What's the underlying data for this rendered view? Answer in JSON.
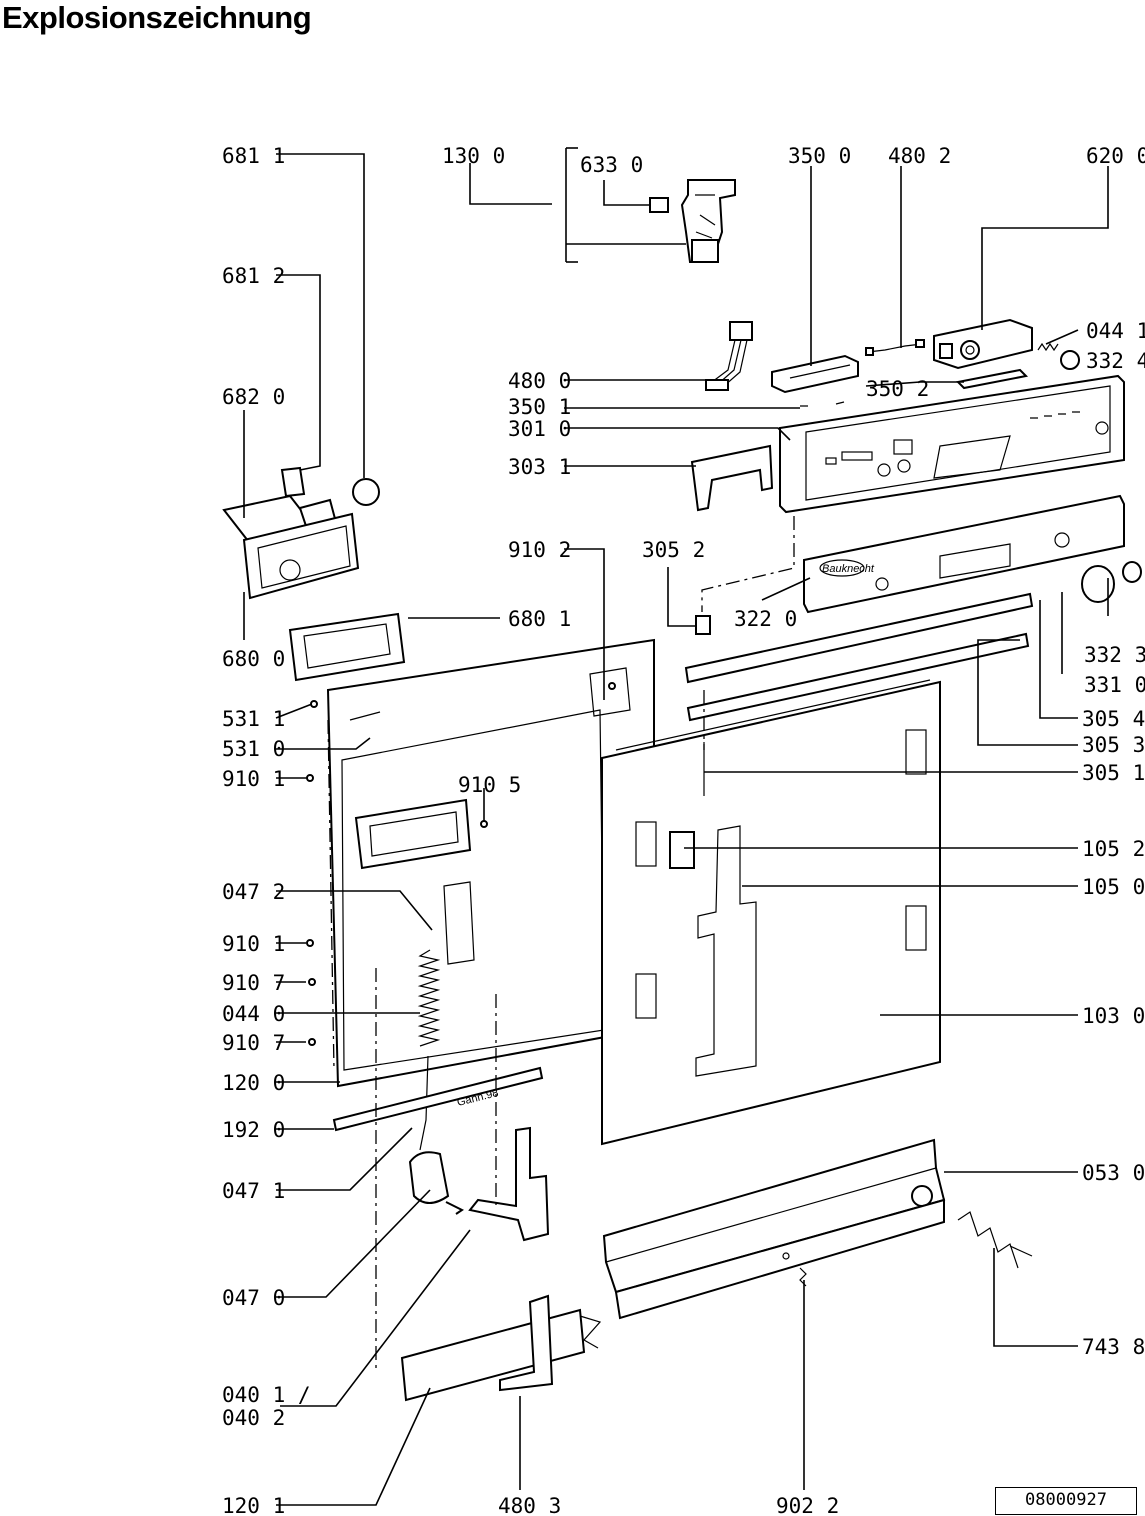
{
  "title": "Explosionszeichnung",
  "document_number": "08000927",
  "parts": [
    {
      "number": "681 1"
    },
    {
      "number": "130 0"
    },
    {
      "number": "633 0"
    },
    {
      "number": "350 0"
    },
    {
      "number": "480 2"
    },
    {
      "number": "620 0"
    },
    {
      "number": "681 2"
    },
    {
      "number": "044 1"
    },
    {
      "number": "332 4"
    },
    {
      "number": "480 0"
    },
    {
      "number": "350 2"
    },
    {
      "number": "682 0"
    },
    {
      "number": "350 1"
    },
    {
      "number": "301 0"
    },
    {
      "number": "303 1"
    },
    {
      "number": "910 2"
    },
    {
      "number": "305 2"
    },
    {
      "number": "322 0"
    },
    {
      "number": "680 1"
    },
    {
      "number": "332 3"
    },
    {
      "number": "680 0"
    },
    {
      "number": "331 0"
    },
    {
      "number": "531 1"
    },
    {
      "number": "305 4"
    },
    {
      "number": "531 0"
    },
    {
      "number": "305 3"
    },
    {
      "number": "910 1"
    },
    {
      "number": "910 5"
    },
    {
      "number": "305 1"
    },
    {
      "number": "105 2"
    },
    {
      "number": "047 2"
    },
    {
      "number": "105 0"
    },
    {
      "number": "910 1"
    },
    {
      "number": "910 7"
    },
    {
      "number": "044 0"
    },
    {
      "number": "103 0"
    },
    {
      "number": "910 7"
    },
    {
      "number": "120 0"
    },
    {
      "number": "192 0"
    },
    {
      "number": "047 1"
    },
    {
      "number": "053 0"
    },
    {
      "number": "047 0"
    },
    {
      "number": "743 8"
    },
    {
      "number": "040 1 /"
    },
    {
      "number": "040 2"
    },
    {
      "number": "120 1"
    },
    {
      "number": "480 3"
    },
    {
      "number": "902 2"
    }
  ],
  "drawing_text": {
    "brand_mark": "Bauknecht",
    "date_mark": "Gann.98"
  }
}
